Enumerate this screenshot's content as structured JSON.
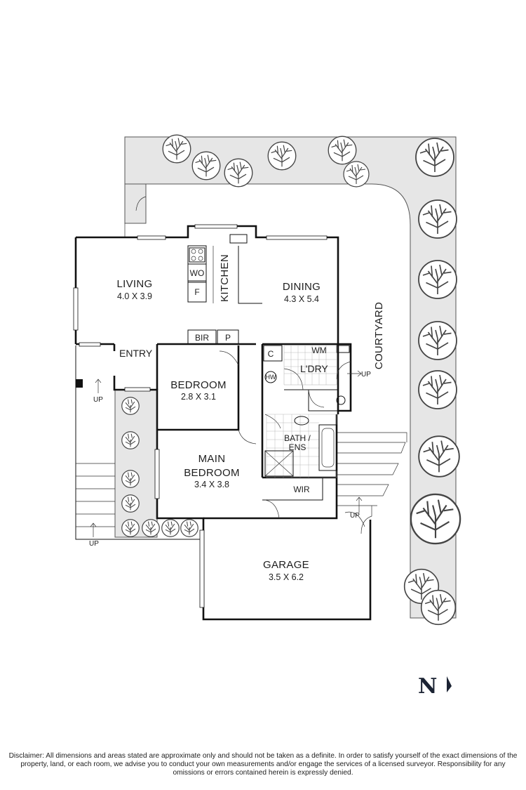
{
  "rooms": {
    "living": {
      "name": "LIVING",
      "dims": "4.0 X 3.9"
    },
    "dining": {
      "name": "DINING",
      "dims": "4.3 X 5.4"
    },
    "kitchen": {
      "name": "KITCHEN"
    },
    "bedroom": {
      "name": "BEDROOM",
      "dims": "2.8 X 3.1"
    },
    "main_bedroom": {
      "name_line1": "MAIN",
      "name_line2": "BEDROOM",
      "dims": "3.4 X 3.8"
    },
    "garage": {
      "name": "GARAGE",
      "dims": "3.5 X 6.2"
    },
    "courtyard": {
      "name": "COURTYARD"
    },
    "entry": {
      "name": "ENTRY"
    },
    "laundry": {
      "name": "L'DRY"
    },
    "bath": {
      "name_line1": "BATH /",
      "name_line2": "ENS"
    },
    "wir": {
      "name": "WIR"
    }
  },
  "fixtures": {
    "wo": "WO",
    "f": "F",
    "bir": "BIR",
    "p": "P",
    "c": "C",
    "wm": "WM",
    "hw": "HW"
  },
  "arrows": {
    "up": "UP"
  },
  "compass": {
    "letter": "N"
  },
  "disclaimer": "Disclaimer: All dimensions and areas stated are approximate only and should not be taken as a definite. In order to satisfy yourself of the exact dimensions of the property, land, or each room, we advise you to conduct your own measurements and/or engage the services of a licensed surveyor. Responsibility for any omissions or errors contained herein is expressly denied.",
  "colors": {
    "paving": "#e6e6e6",
    "wall": "#111111",
    "background": "#ffffff"
  }
}
